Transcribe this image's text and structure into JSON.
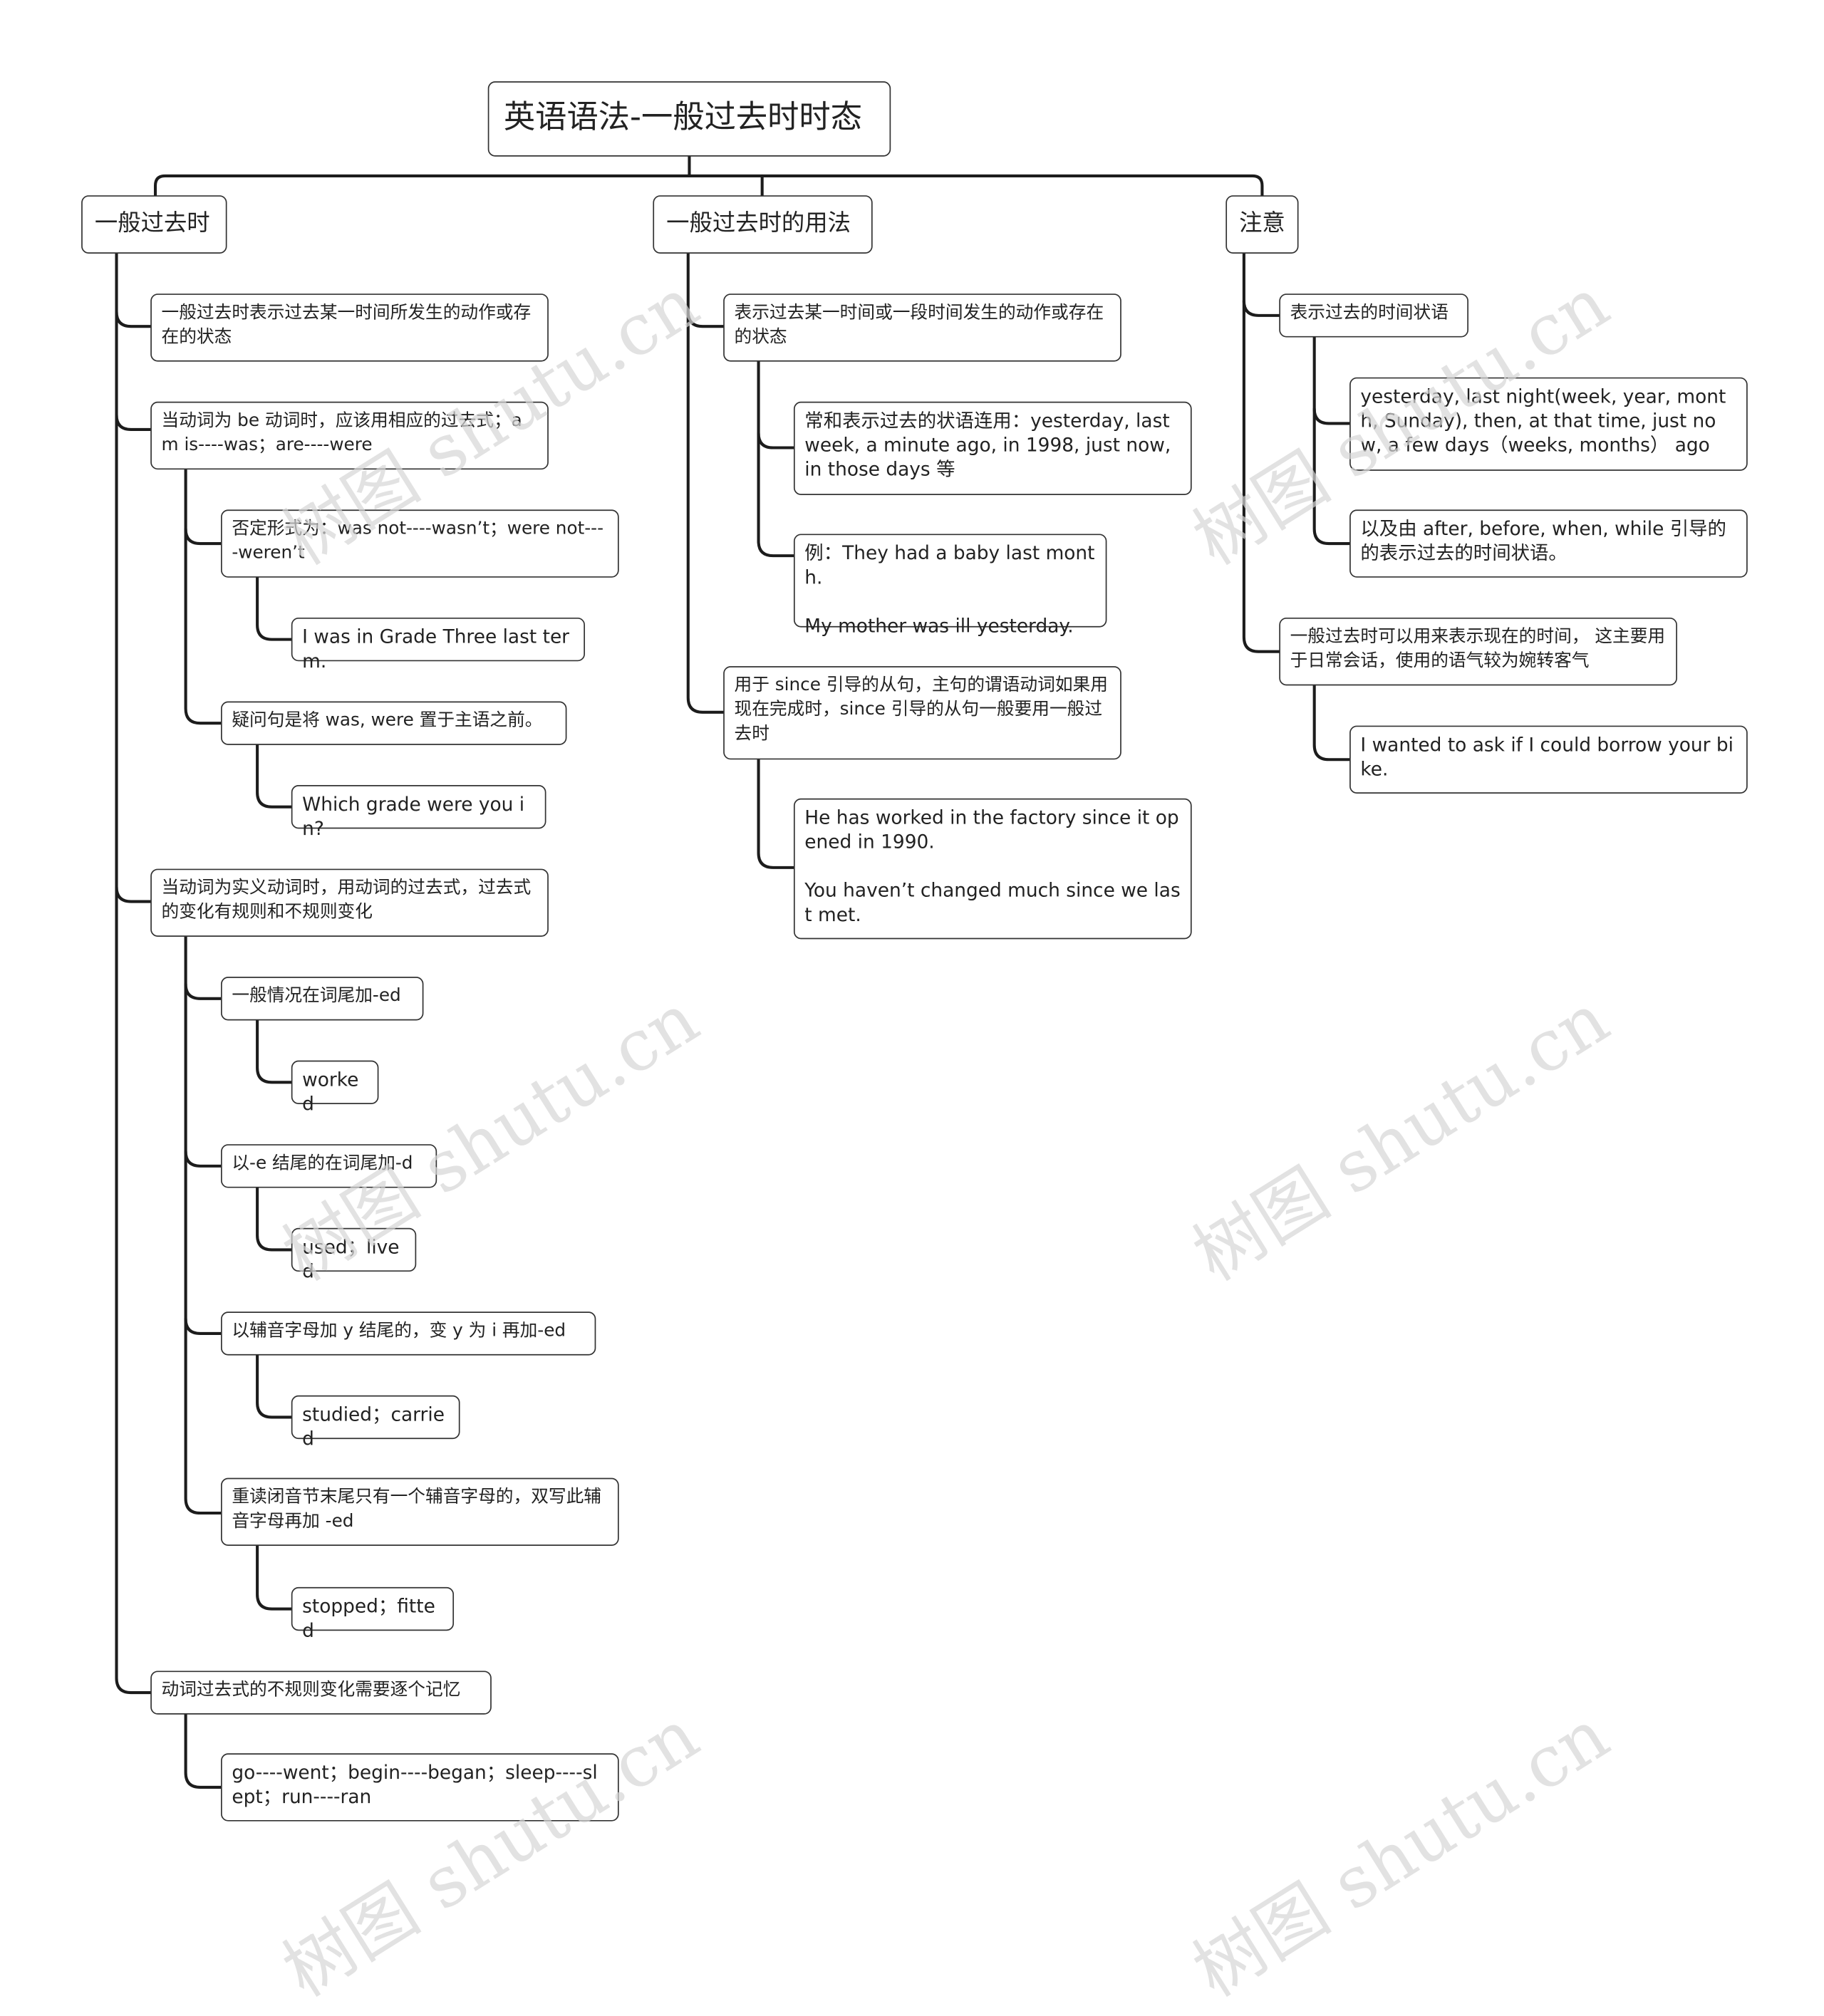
{
  "watermark": "树图 shutu.cn",
  "root": "英语语法-一般过去时时态",
  "branches": [
    {
      "title": "一般过去时",
      "nodes": [
        "一般过去时表示过去某一时间所发生的动作或存在的状态",
        "当动词为 be 动词时，应该用相应的过去式；am is----was；are----were",
        "否定形式为：was not----wasn’t；were not----weren’t",
        "I was in Grade Three last term.",
        "疑问句是将 was, were 置于主语之前。",
        "Which grade were you in?",
        "当动词为实义动词时，用动词的过去式，过去式的变化有规则和不规则变化",
        "一般情况在词尾加-ed",
        "worked",
        "以-e 结尾的在词尾加-d",
        "used；lived",
        "以辅音字母加 y 结尾的，变 y 为 i 再加-ed",
        "studied；carried",
        "重读闭音节末尾只有一个辅音字母的，双写此辅音字母再加 -ed",
        "stopped；fitted",
        "动词过去式的不规则变化需要逐个记忆",
        "go----went；begin----began；sleep----slept；run----ran"
      ]
    },
    {
      "title": "一般过去时的用法",
      "nodes": [
        "表示过去某一时间或一段时间发生的动作或存在的状态",
        "常和表示过去的状语连用：yesterday, last week, a minute ago, in 1998, just now, in those days 等",
        "例：They had a baby last month.\n\nMy mother was ill yesterday.",
        "用于 since 引导的从句，主句的谓语动词如果用现在完成时，since 引导的从句一般要用一般过去时",
        "He has worked in the factory since it opened in 1990.\n\nYou haven’t changed much since we last met."
      ]
    },
    {
      "title": "注意",
      "nodes": [
        "表示过去的时间状语",
        "yesterday, last night(week, year, month, Sunday), then, at that time, just now, a few days（weeks, months） ago",
        "以及由 after, before, when, while 引导的的表示过去的时间状语。",
        "一般过去时可以用来表示现在的时间， 这主要用于日常会话，使用的语气较为婉转客气",
        "I wanted to ask if I could borrow your bike."
      ]
    }
  ]
}
